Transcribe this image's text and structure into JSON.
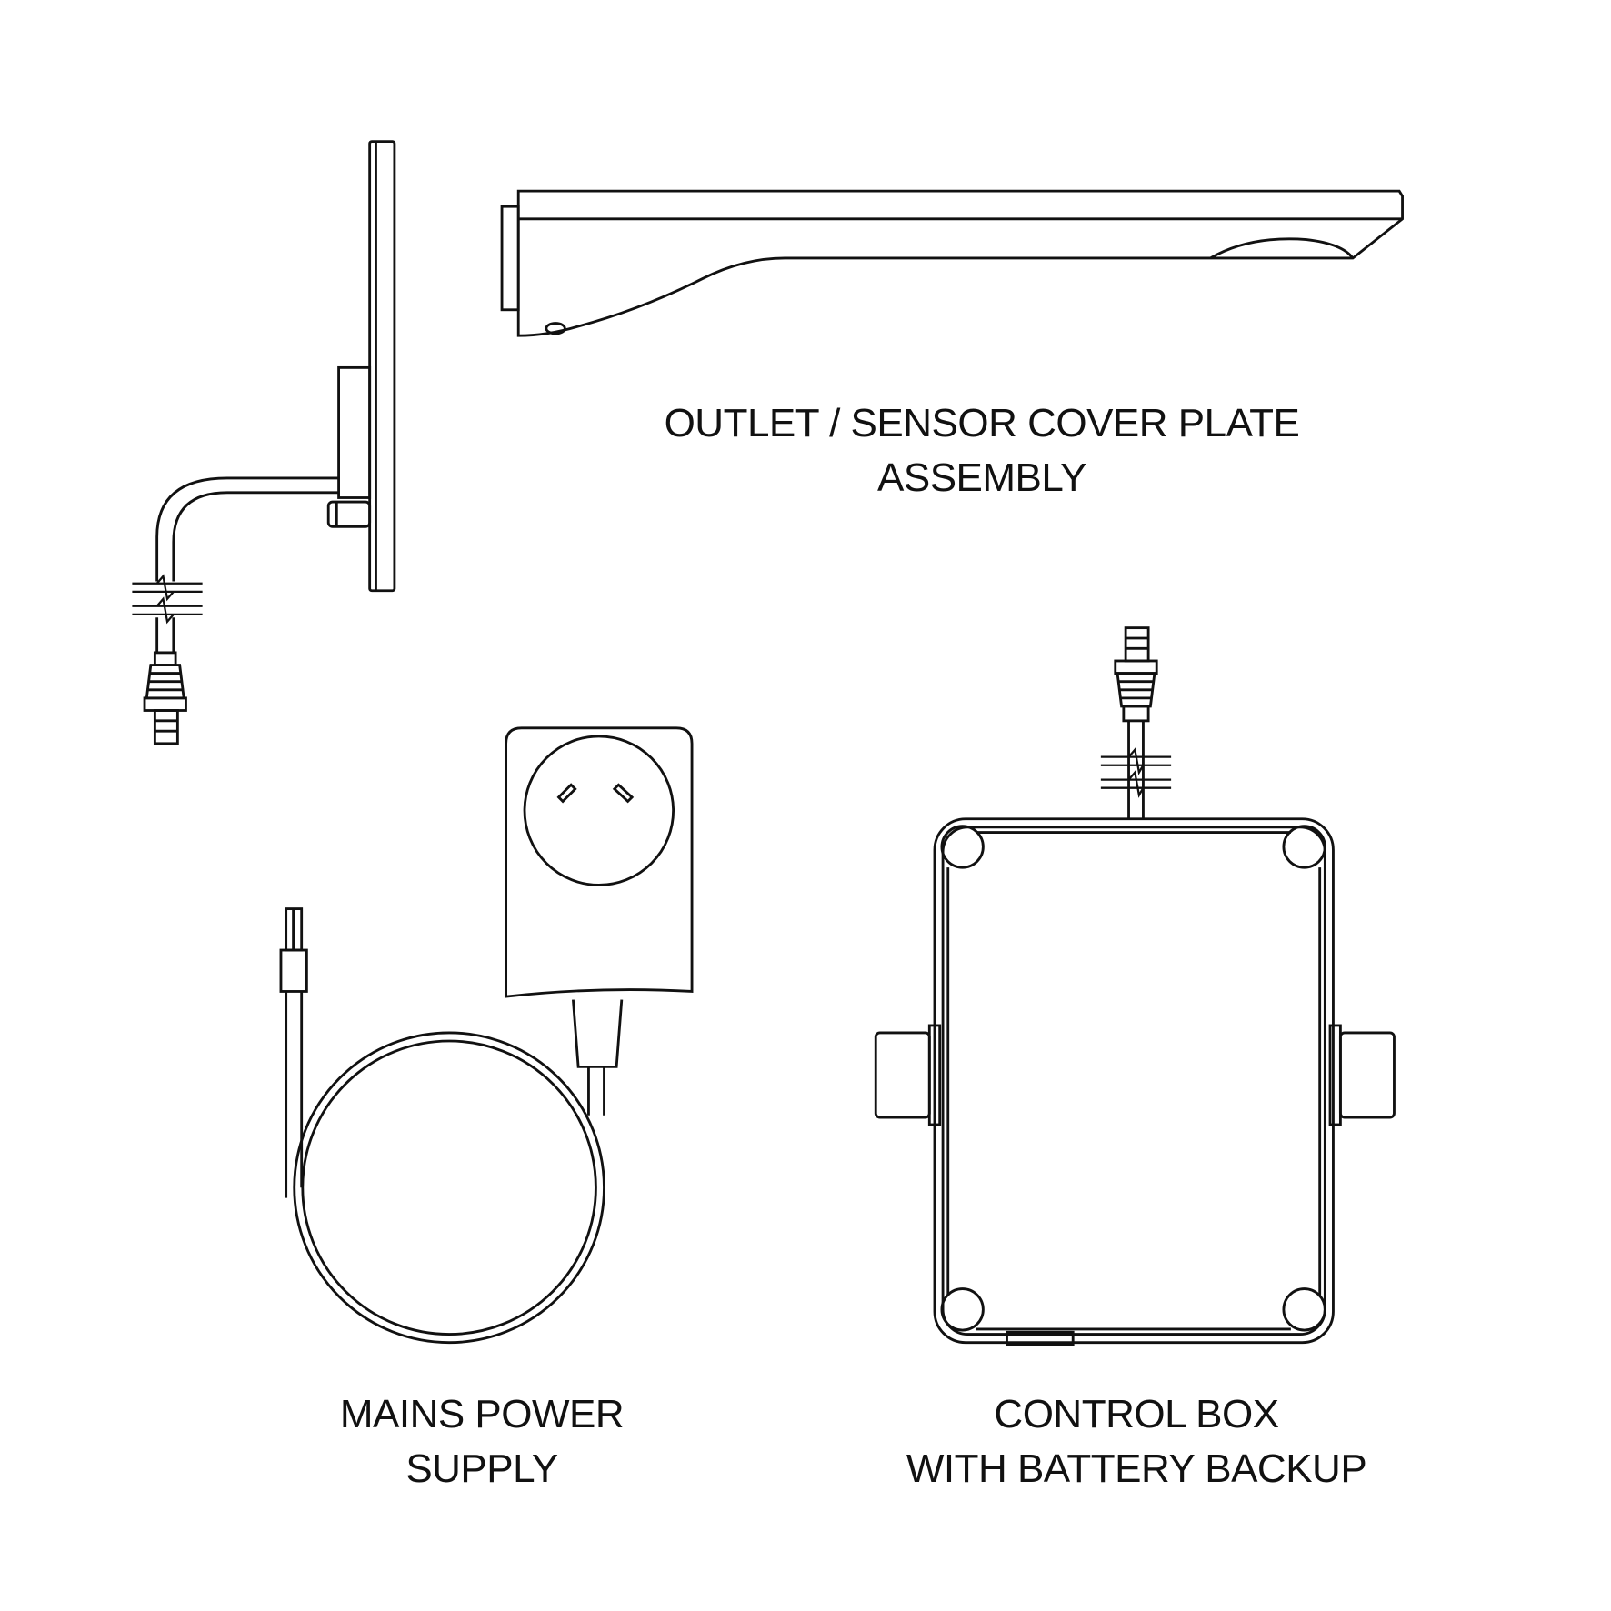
{
  "labels": {
    "outlet": [
      "OUTLET / SENSOR COVER PLATE",
      "ASSEMBLY"
    ],
    "power": [
      "MAINS POWER",
      "SUPPLY"
    ],
    "control": [
      "CONTROL BOX",
      "WITH BATTERY BACKUP"
    ]
  },
  "colors": {
    "line": "#111111",
    "background": "#ffffff"
  }
}
